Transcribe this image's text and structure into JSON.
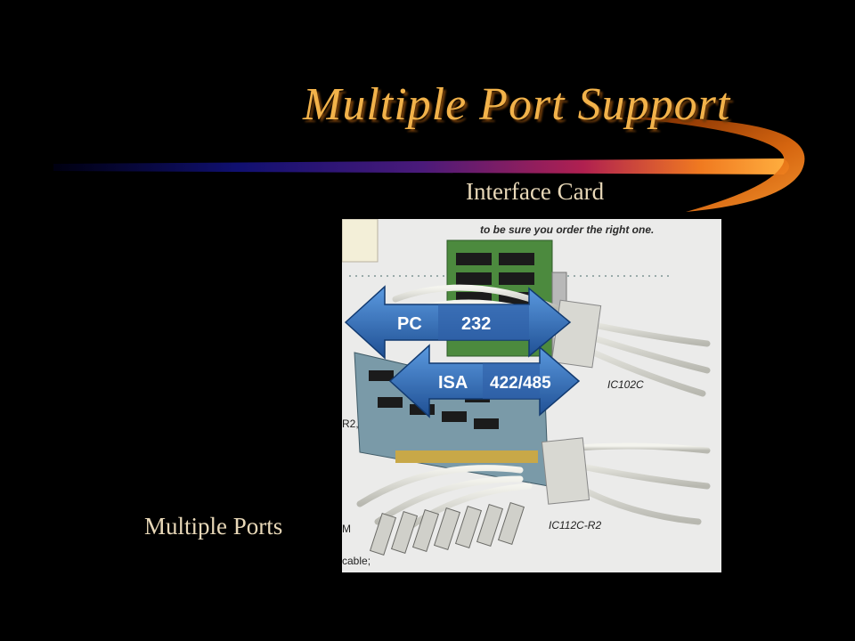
{
  "slide": {
    "title": "Multiple Port Support",
    "label_interface_card": "Interface Card",
    "label_multiple_ports": "Multiple Ports",
    "photo": {
      "caption_line": "to be sure you order the right one.",
      "arrow_top_left": "PC",
      "arrow_top_right": "232",
      "arrow_bottom_left": "ISA",
      "arrow_bottom_right": "422/485",
      "model_top": "IC102C",
      "model_bottom": "IC112C-R2",
      "edge_text_top": "R2,",
      "edge_text_mid": "M",
      "edge_text_bottom": "cable;"
    }
  },
  "colors": {
    "background": "#000000",
    "title": "#f2b24a",
    "label": "#e8d8b8",
    "arrow_blue": "#3b78c4",
    "arrow_blue_dark": "#1f4f93"
  }
}
